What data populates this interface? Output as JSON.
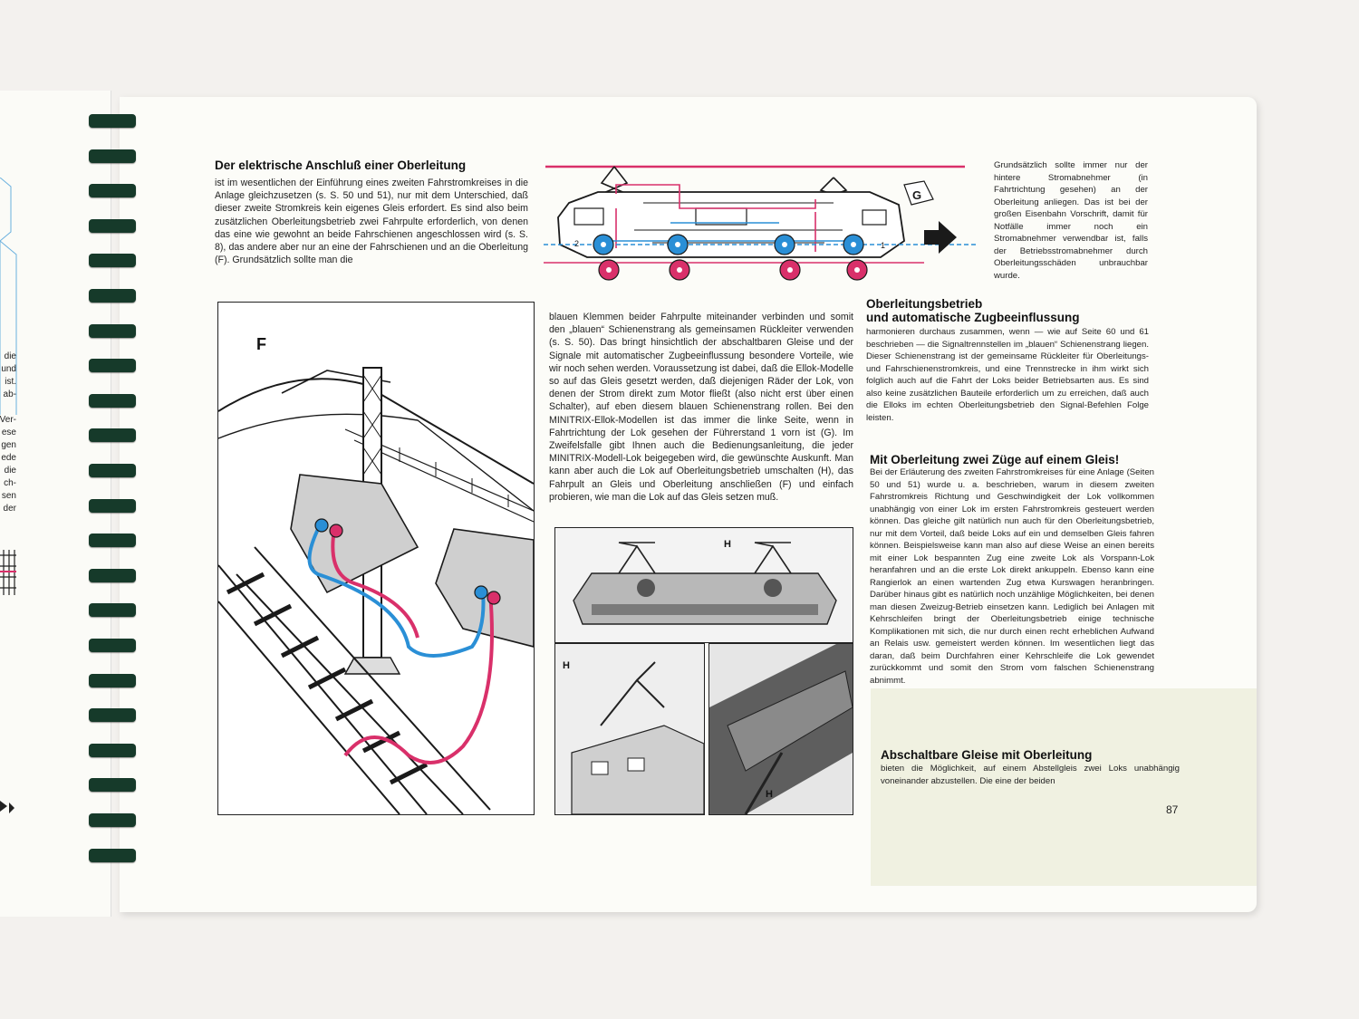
{
  "left_page": {
    "fragments": [
      "die",
      "und",
      "ist.",
      "ab-",
      "Ver-",
      "ese",
      "gen",
      "ede",
      "die",
      "ch-",
      "sen",
      "der"
    ]
  },
  "article": {
    "title": "Der elektrische Anschluß einer Oberleitung",
    "intro": "ist im wesentlichen der Einführung eines zweiten Fahrstromkreises in die Anlage gleichzusetzen (s. S. 50 und 51), nur mit dem Unterschied, daß dieser zweite Stromkreis kein eigenes Gleis erfordert. Es sind also beim zusätzlichen Oberleitungsbetrieb zwei Fahrpulte erforderlich, von denen das eine wie gewohnt an beide Fahrschienen angeschlossen wird (s. S. 8), das andere aber nur an eine der Fahrschienen und an die Oberleitung (F). Grundsätzlich sollte man die",
    "middle": "blauen Klemmen beider Fahrpulte miteinander verbinden und somit den „blauen“ Schienenstrang als gemeinsamen Rückleiter verwenden (s. S. 50). Das bringt hinsichtlich der abschaltbaren Gleise und der Signale mit automatischer Zugbeeinflussung besondere Vorteile, wie wir noch sehen werden. Voraussetzung ist dabei, daß die Ellok-Modelle so auf das Gleis gesetzt werden, daß diejenigen Räder der Lok, von denen der Strom direkt zum Motor fließt (also nicht erst über einen Schalter), auf eben diesem blauen Schienenstrang rollen. Bei den MINITRIX-Ellok-Modellen ist das immer die linke Seite, wenn in Fahrtrichtung der Lok gesehen der Führerstand 1 vorn ist (G). Im Zweifelsfalle gibt Ihnen auch die Bedienungsanleitung, die jeder MINITRIX-Modell-Lok beigegeben wird, die gewünschte Auskunft. Man kann aber auch die Lok auf Oberleitungsbetrieb umschalten (H), das Fahrpult an Gleis und Oberleitung anschließen (F) und einfach probieren, wie man die Lok auf das Gleis setzen muß.",
    "sidenote": "Grundsätzlich sollte immer nur der hintere Stromabnehmer (in Fahrtrichtung gesehen) an der Oberleitung anliegen. Das ist bei der großen Eisenbahn Vorschrift, damit für Notfälle immer noch ein Stromabnehmer verwendbar ist, falls der Betriebsstromabnehmer durch Oberleitungsschäden unbrauchbar wurde."
  },
  "section2": {
    "title_line1": "Oberleitungsbetrieb",
    "title_line2": "und automatische Zugbeeinflussung",
    "body": "harmonieren durchaus zusammen, wenn — wie auf Seite 60 und 61 beschrieben — die Signaltrennstellen im „blauen“ Schienenstrang liegen. Dieser Schienenstrang ist der gemeinsame Rückleiter für Oberleitungs- und Fahrschienenstromkreis, und eine Trennstrecke in ihm wirkt sich folglich auch auf die Fahrt der Loks beider Betriebsarten aus. Es sind also keine zusätzlichen Bauteile erforderlich um zu erreichen, daß auch die Elloks im echten Oberleitungsbetrieb den Signal-Befehlen Folge leisten."
  },
  "section3": {
    "title": "Mit Oberleitung zwei Züge auf einem Gleis!",
    "body": "Bei der Erläuterung des zweiten Fahrstromkreises für eine Anlage (Seiten 50 und 51) wurde u. a. beschrieben, warum in diesem zweiten Fahrstromkreis Richtung und Geschwindigkeit der Lok vollkommen unabhängig von einer Lok im ersten Fahrstromkreis gesteuert werden können. Das gleiche gilt natürlich nun auch für den Oberleitungsbetrieb, nur mit dem Vorteil, daß beide Loks auf ein und demselben Gleis fahren können. Beispielsweise kann man also auf diese Weise an einen bereits mit einer Lok bespannten Zug eine zweite Lok als Vorspann-Lok heranfahren und an die erste Lok direkt ankuppeln. Ebenso kann eine Rangierlok an einen wartenden Zug etwa Kurswagen heranbringen. Darüber hinaus gibt es natürlich noch unzählige Möglichkeiten, bei denen man diesen Zweizug-Betrieb einsetzen kann. Lediglich bei Anlagen mit Kehrschleifen bringt der Oberleitungsbetrieb einige technische Komplikationen mit sich, die nur durch einen recht erheblichen Aufwand an Relais usw. gemeistert werden können. Im wesentlichen liegt das daran, daß beim Durchfahren einer Kehrschleife die Lok gewendet zurückkommt und somit den Strom vom falschen Schienenstrang abnimmt."
  },
  "section4": {
    "title": "Abschaltbare Gleise mit Oberleitung",
    "body": "bieten die Möglichkeit, auf einem Abstellgleis zwei Loks unabhängig voneinander abzustellen. Die eine der beiden"
  },
  "figures": {
    "F": "F",
    "G": "G",
    "H1": "H",
    "H2": "H",
    "H3": "H",
    "wheel_1": "1",
    "wheel_2": "2"
  },
  "page_number": "87",
  "colors": {
    "blue": "#2a8fd6",
    "magenta": "#d9306a",
    "ink": "#1a1a1a"
  }
}
